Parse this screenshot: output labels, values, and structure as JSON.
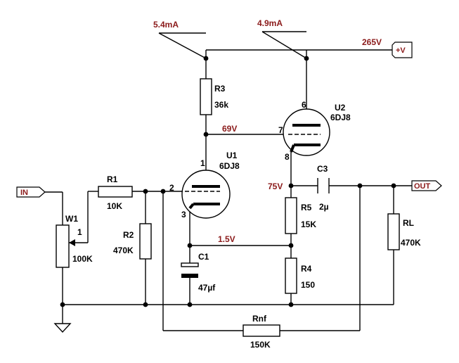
{
  "currents": {
    "left": "5.4mA",
    "right": "4.9mA"
  },
  "supply": {
    "voltage": "265V",
    "port": "+V"
  },
  "ports": {
    "in": "IN",
    "out": "OUT"
  },
  "nodes": {
    "plate_u1": "69V",
    "cathode_u2": "75V",
    "cathode_u1": "1.5V"
  },
  "components": {
    "r3": {
      "name": "R3",
      "value": "36k"
    },
    "u2": {
      "name": "U2",
      "type": "6DJ8",
      "pin_plate": "6",
      "pin_grid": "7",
      "pin_cathode": "8"
    },
    "u1": {
      "name": "U1",
      "type": "6DJ8",
      "pin_plate": "1",
      "pin_grid": "2",
      "pin_cathode": "3"
    },
    "r1": {
      "name": "R1",
      "value": "10K"
    },
    "w1": {
      "name": "W1",
      "value": "100K",
      "pin": "1"
    },
    "r2": {
      "name": "R2",
      "value": "470K"
    },
    "c3": {
      "name": "C3",
      "value": "2µ"
    },
    "r5": {
      "name": "R5",
      "value": "15K"
    },
    "c1": {
      "name": "C1",
      "value": "47µf"
    },
    "r4": {
      "name": "R4",
      "value": "150"
    },
    "rl": {
      "name": "RL",
      "value": "470K"
    },
    "rnf": {
      "name": "Rnf",
      "value": "150K"
    }
  }
}
